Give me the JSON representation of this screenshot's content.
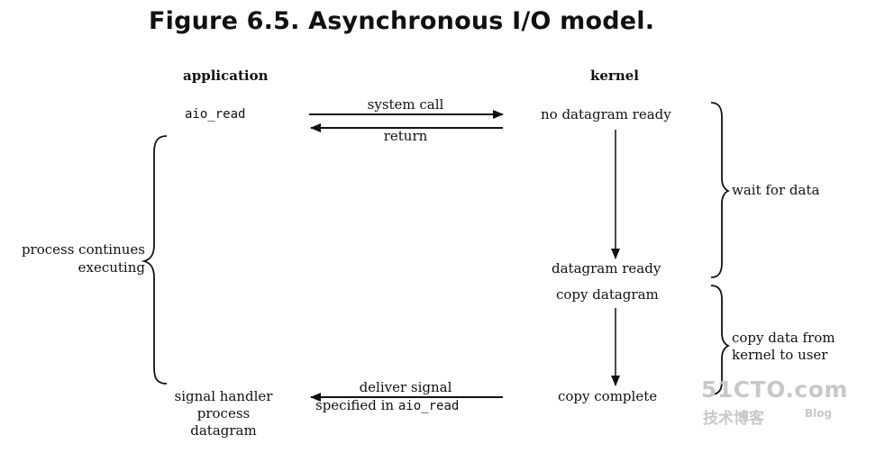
{
  "title": "Figure 6.5. Asynchronous I/O model.",
  "headers": {
    "application": "application",
    "kernel": "kernel"
  },
  "application": {
    "aio_read": "aio_read",
    "process_continues": [
      "process continues",
      "executing"
    ],
    "signal_handler": [
      "signal handler",
      "process",
      "datagram"
    ]
  },
  "messages": {
    "system_call": "system call",
    "return": "return",
    "deliver_signal": "deliver signal",
    "specified_in": "specified in",
    "specified_in_code": "aio_read"
  },
  "kernel": {
    "no_datagram_ready": "no datagram ready",
    "datagram_ready": "datagram ready",
    "copy_datagram": "copy datagram",
    "copy_complete": "copy complete"
  },
  "phases": {
    "wait_for_data": "wait for data",
    "copy_data": [
      "copy data from",
      "kernel to user"
    ]
  },
  "watermark": {
    "site": "51CTO.com",
    "sub": "技术博客",
    "blog": "Blog"
  }
}
